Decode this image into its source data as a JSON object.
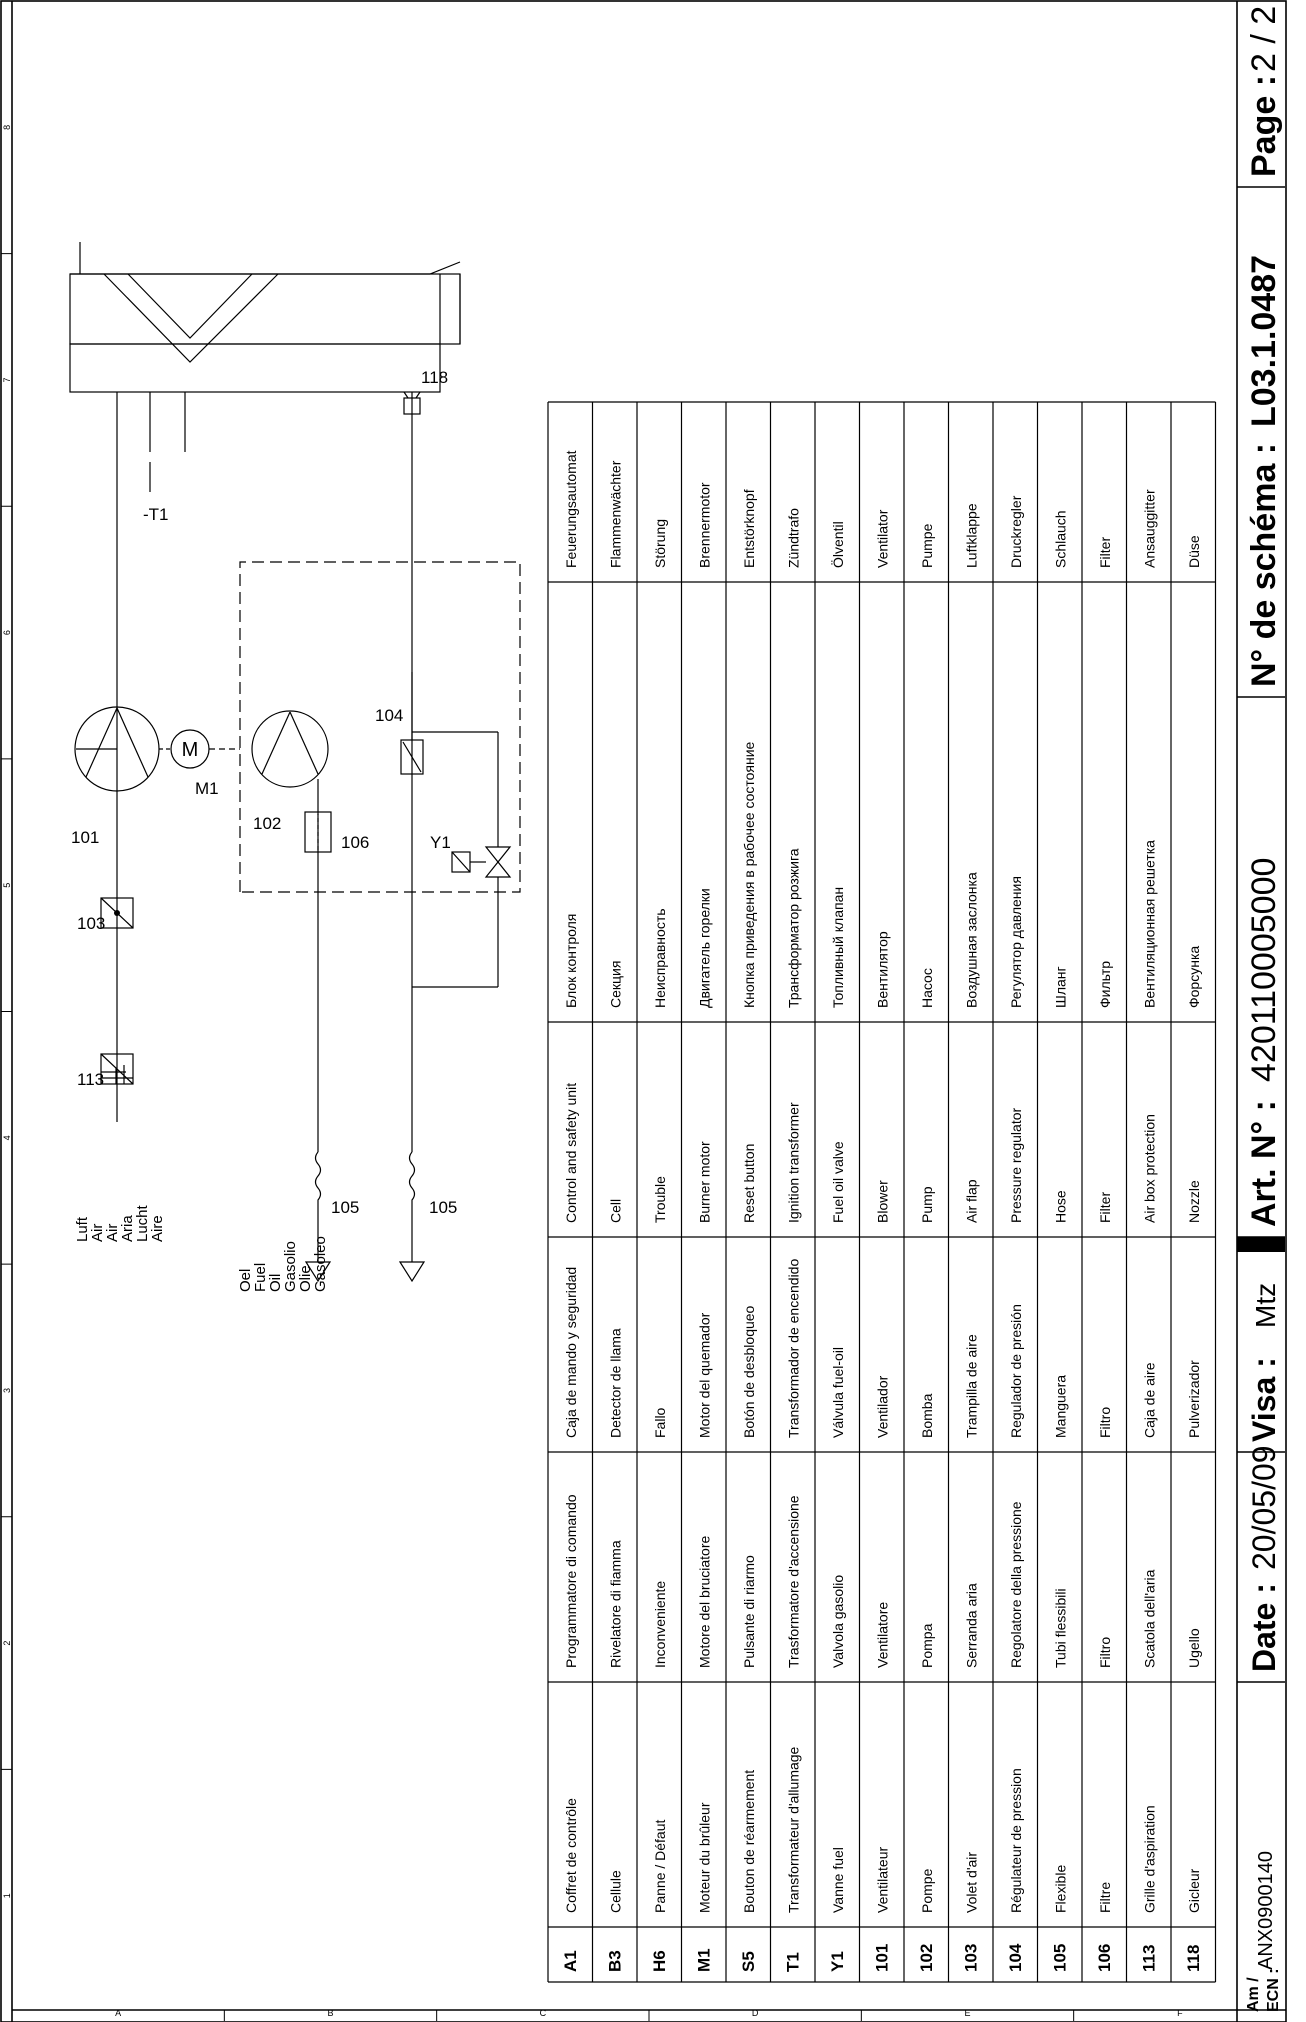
{
  "sheet": {
    "zone_numbers": [
      "1",
      "2",
      "3",
      "4",
      "5",
      "6",
      "7",
      "8"
    ],
    "zone_letters": [
      "A",
      "B",
      "C",
      "D",
      "E",
      "F"
    ]
  },
  "diagram": {
    "air_inlet_labels": [
      "Luft",
      "Air",
      "Air",
      "Aria",
      "Lucht",
      "Aire"
    ],
    "fuel_inlet_labels": [
      "Oel",
      "Fuel",
      "Oil",
      "Gasolio",
      "Olie",
      "Gasoleo"
    ],
    "component_labels": {
      "c113": "113",
      "c103": "103",
      "c101": "101",
      "c105_air": "105",
      "c105_fuel": "105",
      "c106": "106",
      "c102": "102",
      "m1": "M1",
      "y1": "Y1",
      "c104": "104",
      "t1": "-T1",
      "c118": "118",
      "motor_symbol": "M"
    }
  },
  "legend": {
    "rows": [
      {
        "code": "A1",
        "fr": "Coffret de contrôle",
        "it": "Programmatore di comando",
        "es": "Caja de mando y seguridad",
        "en": "Control and safety unit",
        "ru": "Блок контроля",
        "de": "Feuerungsautomat"
      },
      {
        "code": "B3",
        "fr": "Cellule",
        "it": "Rivelatore di fiamma",
        "es": "Detector de llama",
        "en": "Cell",
        "ru": "Секция",
        "de": "Flammenwächter"
      },
      {
        "code": "H6",
        "fr": "Panne / Défaut",
        "it": "Inconveniente",
        "es": "Fallo",
        "en": "Trouble",
        "ru": "Неисправность",
        "de": "Störung"
      },
      {
        "code": "M1",
        "fr": "Moteur du brûleur",
        "it": "Motore del bruciatore",
        "es": "Motor del quemador",
        "en": "Burner motor",
        "ru": "Двигатель горелки",
        "de": "Brennermotor"
      },
      {
        "code": "S5",
        "fr": "Bouton de réarmement",
        "it": "Pulsante di riarmo",
        "es": "Botón de desbloqueo",
        "en": "Reset button",
        "ru": "Кнопка приведения в рабочее состояние",
        "de": "Entstörknopf"
      },
      {
        "code": "T1",
        "fr": "Transformateur d'allumage",
        "it": "Trasformatore d'accensione",
        "es": "Transformador de encendido",
        "en": "Ignition transformer",
        "ru": "Трансформатор розжига",
        "de": "Zündtrafo"
      },
      {
        "code": "Y1",
        "fr": "Vanne fuel",
        "it": "Valvola gasolio",
        "es": "Válvula fuel-oil",
        "en": "Fuel oil valve",
        "ru": "Топливный клапан",
        "de": "Ölventil"
      },
      {
        "code": "101",
        "fr": "Ventilateur",
        "it": "Ventilatore",
        "es": "Ventilador",
        "en": "Blower",
        "ru": "Вентилятор",
        "de": "Ventilator"
      },
      {
        "code": "102",
        "fr": "Pompe",
        "it": "Pompa",
        "es": "Bomba",
        "en": "Pump",
        "ru": "Насос",
        "de": "Pumpe"
      },
      {
        "code": "103",
        "fr": "Volet d'air",
        "it": "Serranda aria",
        "es": "Trampilla de aire",
        "en": "Air flap",
        "ru": "Воздушная заслонка",
        "de": "Luftklappe"
      },
      {
        "code": "104",
        "fr": "Régulateur de pression",
        "it": "Regolatore della pressione",
        "es": "Regulador de presión",
        "en": "Pressure regulator",
        "ru": "Регулятор давления",
        "de": "Druckregler"
      },
      {
        "code": "105",
        "fr": "Flexible",
        "it": "Tubi flessibili",
        "es": "Manguera",
        "en": "Hose",
        "ru": "Шланг",
        "de": "Schlauch"
      },
      {
        "code": "106",
        "fr": "Filtre",
        "it": "Filtro",
        "es": "Filtro",
        "en": "Filter",
        "ru": "Фильтр",
        "de": "Filter"
      },
      {
        "code": "113",
        "fr": "Grille d'aspiration",
        "it": "Scatola dell'aria",
        "es": "Caja de aire",
        "en": "Air box protection",
        "ru": "Вентиляционная решетка",
        "de": "Ansauggitter"
      },
      {
        "code": "118",
        "fr": "Gicleur",
        "it": "Ugello",
        "es": "Pulverizador",
        "en": "Nozzle",
        "ru": "Форсунка",
        "de": "Düse"
      }
    ]
  },
  "title_block": {
    "am_label": "Am /",
    "ecn_label": "ECN :",
    "ecn_value": "ANX0900140",
    "date_label": "Date :",
    "date_value": "20/05/09",
    "visa_label": "Visa :",
    "visa_value": "Mtz",
    "art_label": "Art. N° :",
    "art_value": "420110005000",
    "schema_label": "N° de schéma :",
    "schema_value": "L03.1.0487",
    "page_label": "Page :",
    "page_value": "2 / 2"
  }
}
